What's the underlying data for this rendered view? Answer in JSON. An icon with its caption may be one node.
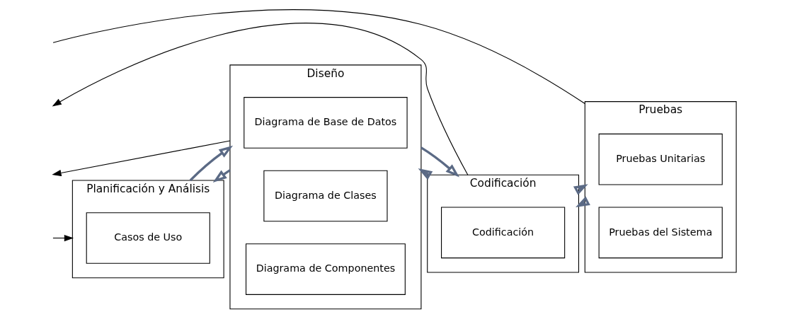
{
  "diagram": {
    "nodes": [
      {
        "text": [
          "Planificación y Análisis"
        ]
      },
      {
        "text": [
          "Casos de Uso"
        ],
        "in": 0
      },
      {
        "text": [
          "Diseño"
        ]
      },
      {
        "text": [
          "Diagrama de Base de Datos"
        ],
        "in": 2
      },
      {
        "text": [
          "Diagrama de Clases"
        ],
        "in": 2
      },
      {
        "text": [
          "Diagrama de Componentes"
        ],
        "in": 2
      },
      {
        "text": [
          "Codificación"
        ]
      },
      {
        "text": [
          "Codificación"
        ],
        "in": 6
      },
      {
        "text": [
          "Pruebas"
        ]
      },
      {
        "text": [
          "Pruebas Unitarias"
        ],
        "in": 8
      },
      {
        "text": [
          "Pruebas del Sistema"
        ],
        "in": 8
      }
    ],
    "edges": [
      {
        "from": 0,
        "to": 2,
        "arrow": "to"
      },
      {
        "from": 2,
        "to": 0,
        "arrow": "to"
      },
      {
        "from": 2,
        "to": 6,
        "arrow": "to"
      },
      {
        "from": 6,
        "to": 2,
        "arrow": "to"
      },
      {
        "from": 6,
        "to": 8,
        "arrow": "to"
      },
      {
        "from": 8,
        "to": 6,
        "arrow": "to"
      },
      {
        "from": null,
        "to": 0,
        "arrow": "to",
        "color": "#000000"
      },
      {
        "from": 2,
        "to": null,
        "arrow": "to",
        "color": "#000000"
      },
      {
        "from": 6,
        "to": null,
        "arrow": "to",
        "color": "#000000"
      },
      {
        "from": 8,
        "to": null,
        "arrow": "none",
        "color": "#000000"
      }
    ]
  }
}
